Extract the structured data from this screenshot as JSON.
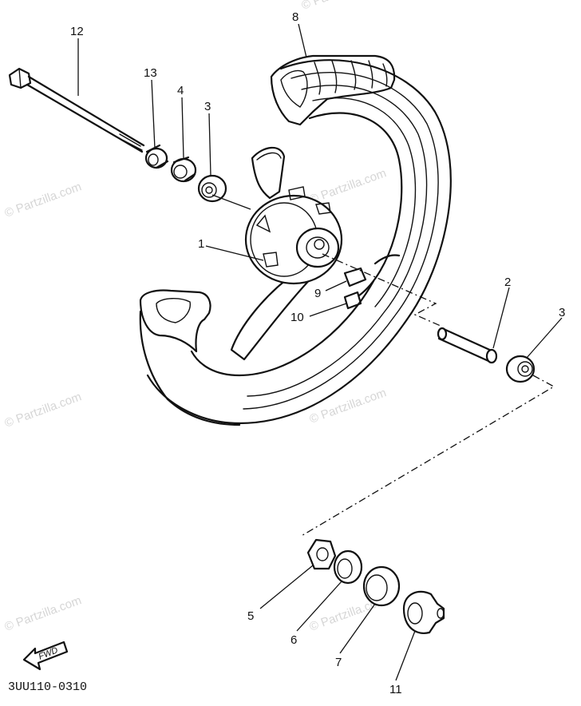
{
  "watermark": "© Partzilla.com",
  "drawing_code": "3UU110-0310",
  "fwd_label": "FWD",
  "callouts": [
    "12",
    "13",
    "4",
    "3",
    "8",
    "1",
    "9",
    "10",
    "2",
    "3",
    "5",
    "6",
    "7",
    "11"
  ]
}
